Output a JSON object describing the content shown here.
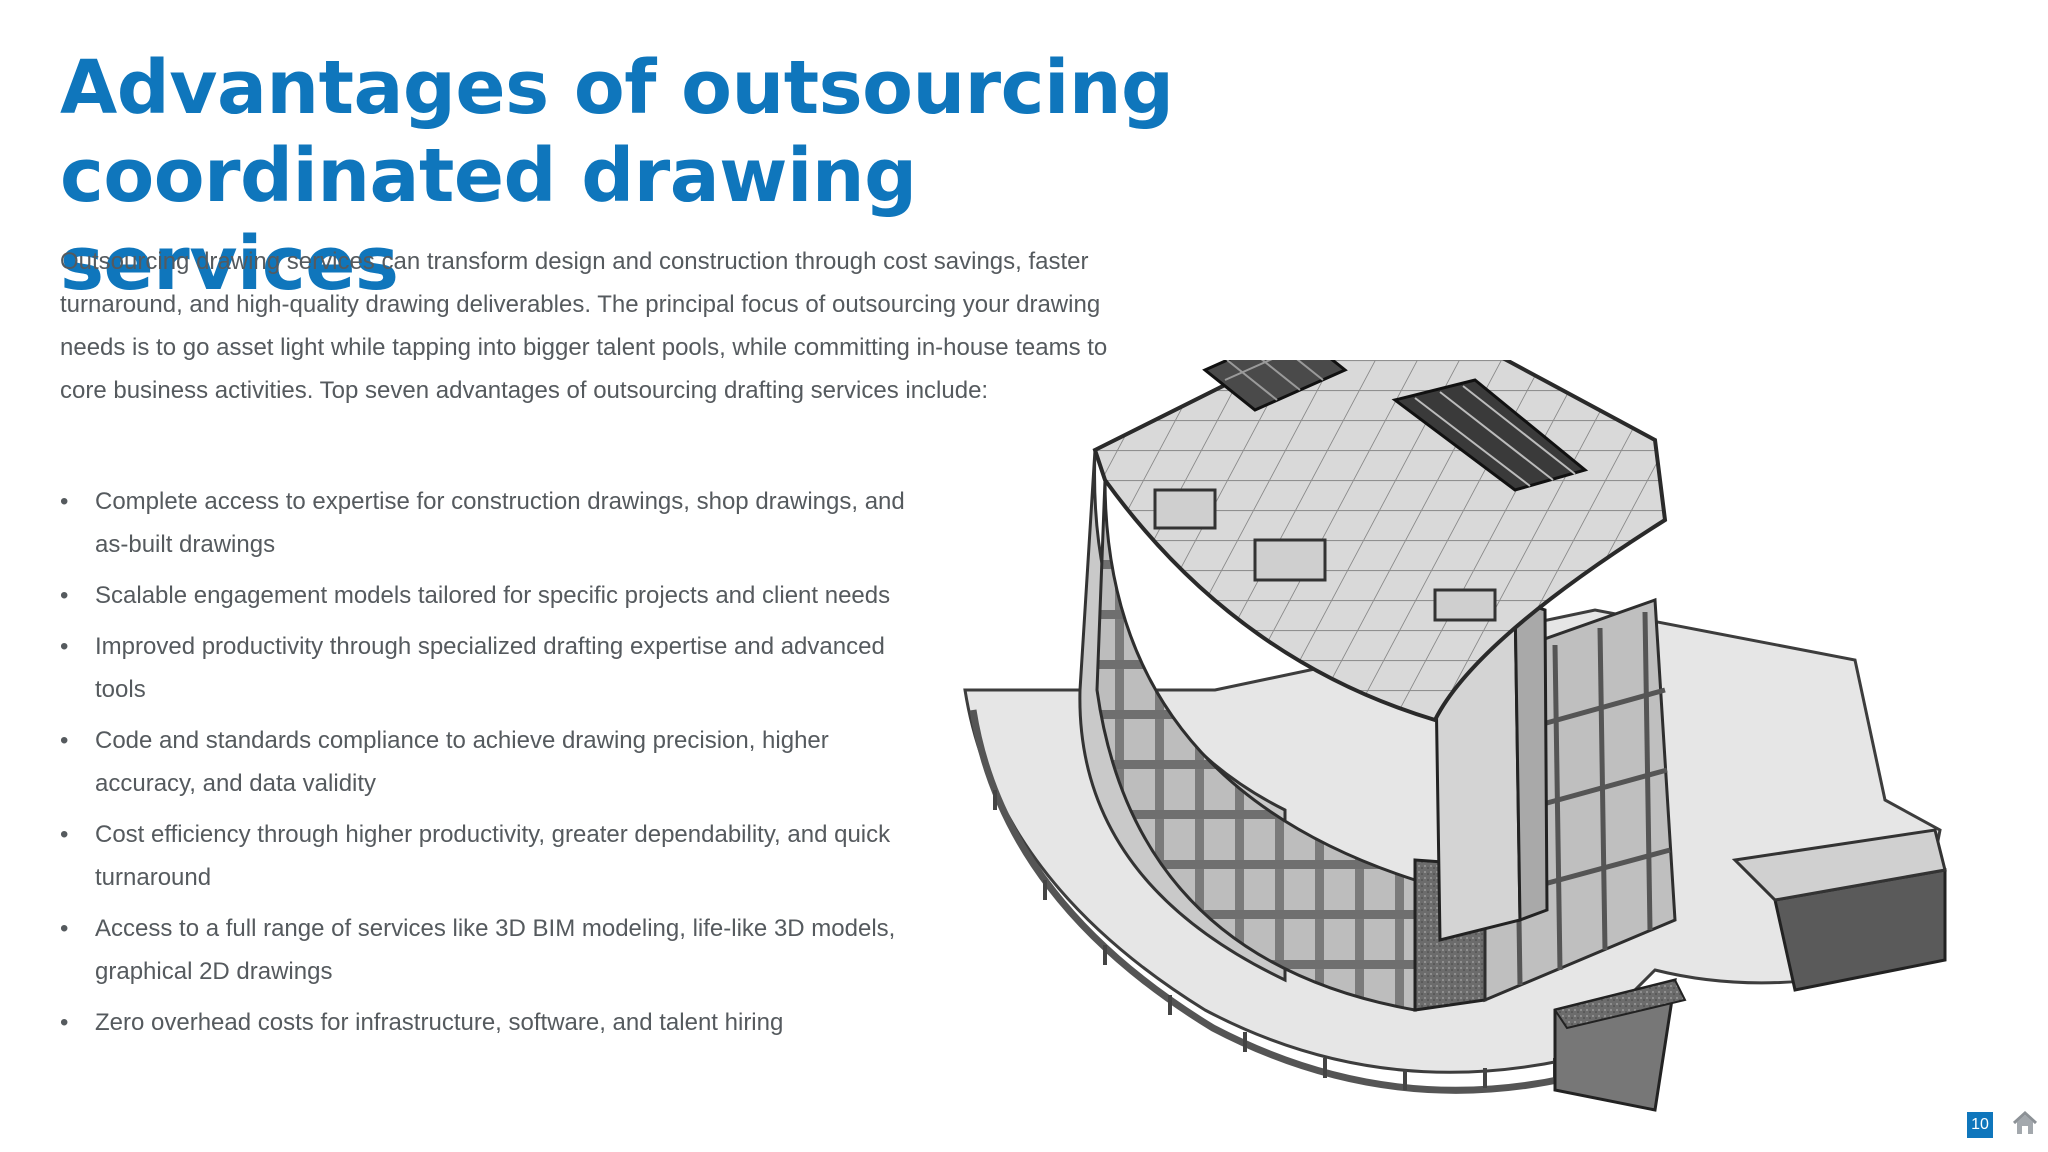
{
  "slide": {
    "title": "Advantages of outsourcing coordinated drawing services",
    "intro": "Outsourcing drawing services can transform design and construction through cost savings, faster turnaround, and high-quality drawing deliverables. The principal focus of outsourcing your drawing needs is to go asset light while tapping into bigger talent pools, while committing in-house teams to core business activities. Top seven advantages of outsourcing drafting services include:",
    "bullets": [
      "Complete access to expertise for construction drawings, shop drawings, and as-built drawings",
      "Scalable engagement models tailored for specific projects and client needs",
      "Improved productivity through specialized drafting expertise and advanced tools",
      "Code and standards compliance to achieve drawing precision, higher accuracy, and data validity",
      "Cost efficiency through higher productivity, greater dependability, and quick turnaround",
      "Access to a full range of services like 3D BIM modeling, life-like 3D models, graphical 2D drawings",
      "Zero overhead costs for infrastructure, software, and talent hiring"
    ]
  },
  "footer": {
    "page_number": "10",
    "home_icon": "home-icon"
  },
  "colors": {
    "title": "#0f76bc",
    "body_text": "#555a5e",
    "page_badge": "#0f76bc"
  }
}
